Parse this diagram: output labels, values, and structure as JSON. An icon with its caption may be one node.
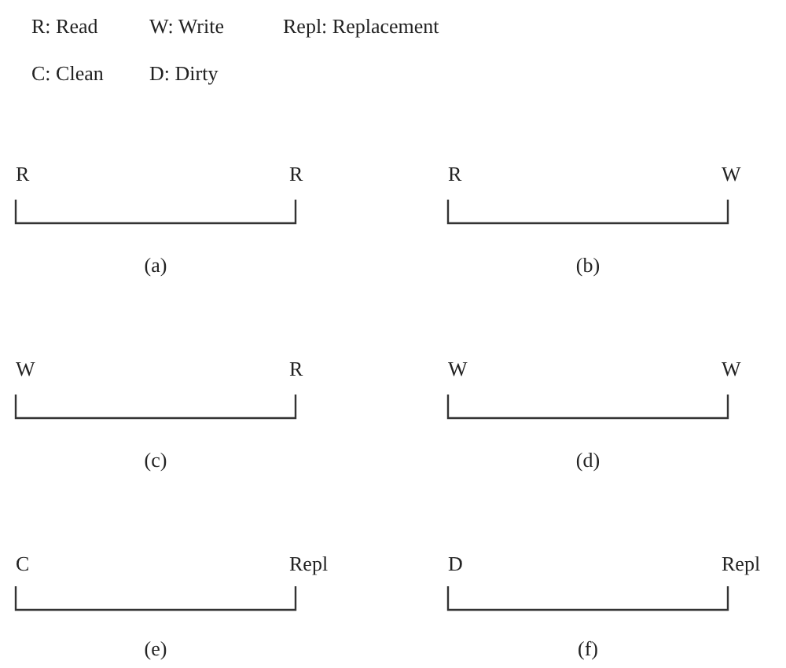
{
  "diagram": {
    "labels": [
      "R: Read",
      "W: Write",
      "Repl: Replacement",
      "C: Clean",
      "D: Dirty",
      "R",
      "R",
      "R",
      "W",
      "(a)",
      "(b)",
      "W",
      "R",
      "W",
      "W",
      "(c)",
      "(d)",
      "C",
      "Repl",
      "D",
      "Repl",
      "(e)",
      "(f)"
    ]
  }
}
